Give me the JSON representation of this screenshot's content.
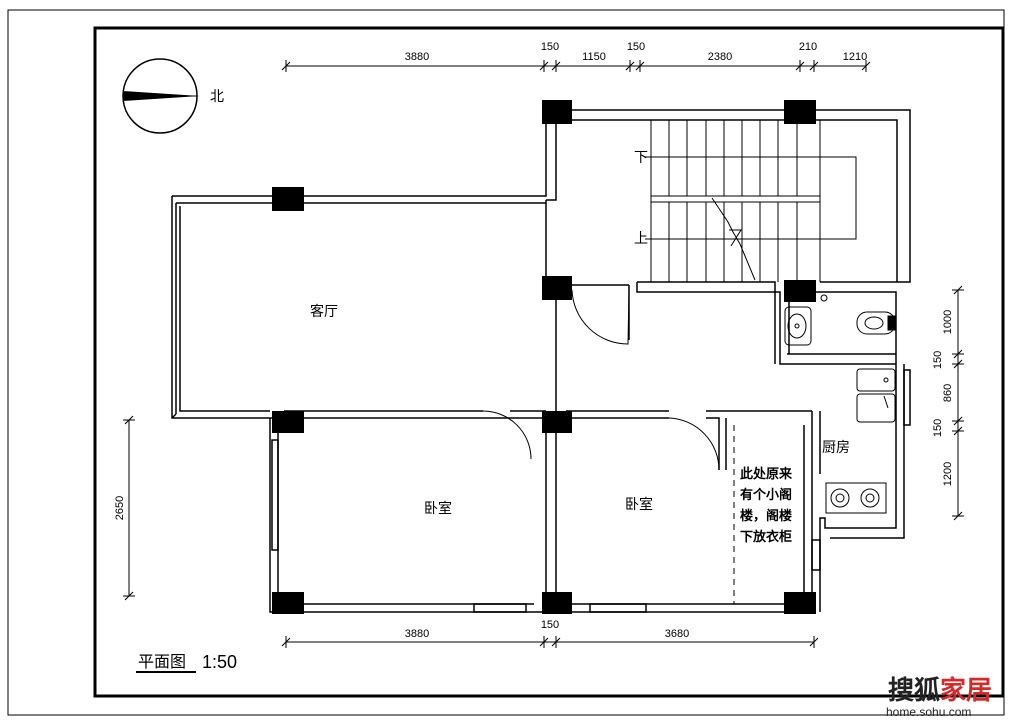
{
  "labels": {
    "living_room": "客厅",
    "bedroom_left": "卧室",
    "bedroom_right": "卧室",
    "kitchen": "厨房",
    "north": "北",
    "stair_down": "下",
    "stair_up": "上",
    "note_lines": [
      "此处原来",
      "有个小阁",
      "楼，阁楼",
      "下放衣柜"
    ]
  },
  "title": "平面图",
  "scale": "1:50",
  "dims_top": [
    "3880",
    "150",
    "1150",
    "150",
    "2380",
    "210",
    "1210"
  ],
  "dims_bottom": [
    "3880",
    "150",
    "3680"
  ],
  "dims_right": [
    "1000",
    "150",
    "860",
    "150",
    "1200"
  ],
  "dims_left": [
    "2650"
  ],
  "watermark": {
    "brand_a": "搜狐",
    "brand_b": "家居",
    "url": "home.sohu.com",
    "color_a": "#222222",
    "color_b": "#d42a2a"
  }
}
